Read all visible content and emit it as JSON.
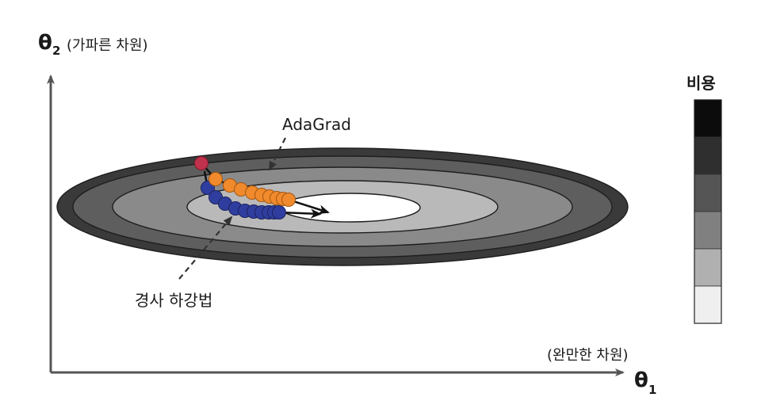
{
  "axes": {
    "y_symbol": "θ",
    "y_subscript": "2",
    "y_caption": "(가파른 차원)",
    "x_symbol": "θ",
    "x_subscript": "1",
    "x_caption": "(완만한 차원)"
  },
  "legend": {
    "title": "비용",
    "swatches": [
      "#0c0c0c",
      "#2f2f2f",
      "#555555",
      "#808080",
      "#b0b0b0",
      "#efefef"
    ]
  },
  "contours": {
    "fills": [
      "#3a3a3a",
      "#5e5e5e",
      "#8a8a8a",
      "#b9b9b9",
      "#ffffff"
    ],
    "stroke": "#1e1e1e"
  },
  "paths": {
    "adagrad": {
      "label": "AdaGrad",
      "color": "#f08a2c",
      "start_color": "#c0314c"
    },
    "gradient_descent": {
      "label": "경사 하강법",
      "color": "#2f3e9e"
    }
  }
}
